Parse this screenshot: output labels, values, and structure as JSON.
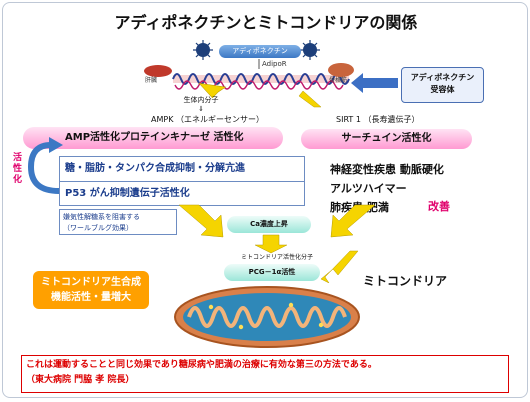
{
  "title": "アディポネクチンとミトコンドリアの関係",
  "adiponectin_tag": "アディポネクチン",
  "adipor_label": "AdipoR",
  "organ_left_label": "肝臓",
  "organ_right_label": "骨格筋",
  "receptor_box": {
    "line1": "アディポネクチン",
    "line2": "受容体"
  },
  "messenger": {
    "line1": "生体内分子",
    "line2": "⇓"
  },
  "ampk_sensor": "AMPK （エネルギーセンサー）",
  "sirt1": "SIRT 1 （長寿遺伝子）",
  "ampk_activation": "AMP活性化プロテインキナーゼ 活性化",
  "sirtuin_activation": "サーチュイン活性化",
  "activation_vertical": "活性化",
  "effects": [
    "糖・脂肪・タンパク合成抑制・分解亢進",
    "P53 がん抑制遺伝子活性化"
  ],
  "diseases": [
    "神経変性疾患 動脈硬化",
    "アルツハイマー",
    "肺疾患 肥満"
  ],
  "improvement": "改善",
  "warburg": {
    "line1": "嫌気性解糖系を阻害する",
    "line2": "（ワールブルグ効果）"
  },
  "ca_rise": "Ca濃度上昇",
  "mito_factor": "ミトコンドリア活性化分子",
  "pcg": "PCG－1α活性",
  "mitochondria_label": "ミトコンドリア",
  "biogenesis": {
    "line1": "ミトコンドリア生合成",
    "line2": "機能活性・量増大"
  },
  "footer": {
    "line1": "これは運動することと同じ効果であり糖尿病や肥満の治療に有効な第三の方法である。",
    "line2": "（東大病院 門脇 孝 院長）"
  },
  "colors": {
    "pink_bar": "#ff9ad2",
    "arrow_yellow": "#f5d400",
    "blue_curve": "#3c78c4",
    "orange_box": "#ffa000",
    "footer_red": "#dd0000",
    "improve_magenta": "#e0006c"
  }
}
